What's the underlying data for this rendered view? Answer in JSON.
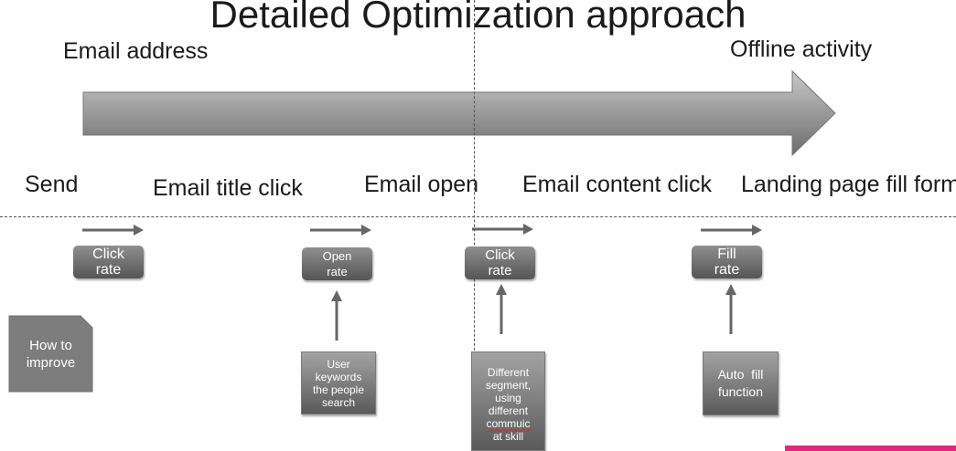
{
  "title": "Detailed Optimization approach",
  "top_labels": {
    "left": "Email address",
    "right": "Offline activity"
  },
  "stages": [
    "Send",
    "Email title click",
    "Email open",
    "Email content click",
    "Landing page fill form"
  ],
  "rate_boxes": [
    {
      "line1": "Click",
      "line2": "rate"
    },
    {
      "line1": "Open",
      "line2": "rate"
    },
    {
      "line1": "Click",
      "line2": "rate"
    },
    {
      "line1": "Fill",
      "line2": "rate"
    }
  ],
  "improve_box": {
    "line1": "How to",
    "line2": "improve"
  },
  "detail_boxes": [
    {
      "lines": [
        "User",
        "keywords",
        "the people",
        "search"
      ]
    },
    {
      "lines": [
        "Different",
        "segment,",
        "using",
        "different",
        "commuic",
        "at skill"
      ]
    },
    {
      "lines": [
        "Auto  fill",
        "function"
      ]
    }
  ],
  "colors": {
    "shape_light": "#8f8f8f",
    "shape_dark": "#555555",
    "arrow": "#666666",
    "accent": "#e3277e"
  },
  "icons": {
    "flow_arrow": "big-right-arrow",
    "step_arrow": "small-right-arrow",
    "up_arrow": "up-arrow"
  }
}
